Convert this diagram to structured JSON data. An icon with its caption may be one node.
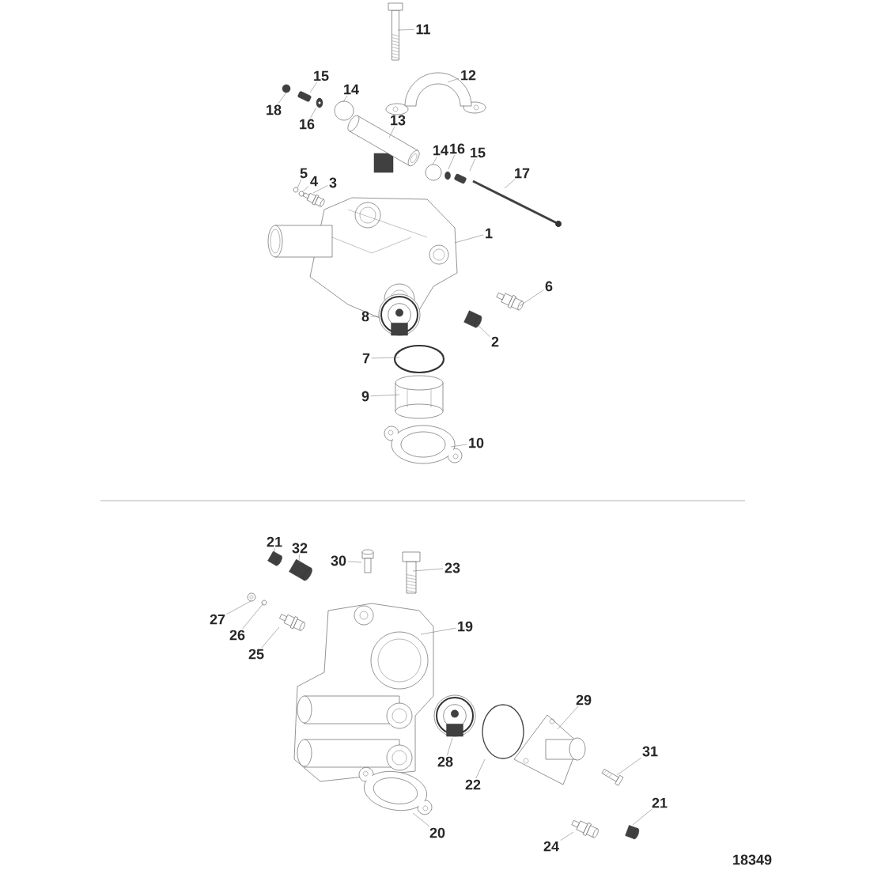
{
  "diagram": {
    "nodes": [
      {
        "text": [
          "11"
        ]
      },
      {
        "text": [
          "12"
        ]
      },
      {
        "text": [
          "15"
        ]
      },
      {
        "text": [
          "18"
        ]
      },
      {
        "text": [
          "14"
        ]
      },
      {
        "text": [
          "16"
        ]
      },
      {
        "text": [
          "13"
        ]
      },
      {
        "text": [
          "14"
        ]
      },
      {
        "text": [
          "16"
        ]
      },
      {
        "text": [
          "15"
        ]
      },
      {
        "text": [
          "17"
        ]
      },
      {
        "text": [
          "5"
        ]
      },
      {
        "text": [
          "4"
        ]
      },
      {
        "text": [
          "3"
        ]
      },
      {
        "text": [
          "1"
        ]
      },
      {
        "text": [
          "6"
        ]
      },
      {
        "text": [
          "8"
        ]
      },
      {
        "text": [
          "2"
        ]
      },
      {
        "text": [
          "7"
        ]
      },
      {
        "text": [
          "9"
        ]
      },
      {
        "text": [
          "10"
        ]
      },
      {
        "text": [
          "21"
        ]
      },
      {
        "text": [
          "32"
        ]
      },
      {
        "text": [
          "30"
        ]
      },
      {
        "text": [
          "23"
        ]
      },
      {
        "text": [
          "27"
        ]
      },
      {
        "text": [
          "26"
        ]
      },
      {
        "text": [
          "25"
        ]
      },
      {
        "text": [
          "19"
        ]
      },
      {
        "text": [
          "29"
        ]
      },
      {
        "text": [
          "31"
        ]
      },
      {
        "text": [
          "28"
        ]
      },
      {
        "text": [
          "22"
        ]
      },
      {
        "text": [
          "21"
        ]
      },
      {
        "text": [
          "20"
        ]
      },
      {
        "text": [
          "24"
        ]
      },
      {
        "text": [],
        "shape": "picture"
      },
      {
        "text": [],
        "shape": "picture"
      },
      {
        "text": [],
        "shape": "picture"
      },
      {
        "text": [],
        "shape": "circle"
      },
      {
        "text": [],
        "shape": "circle"
      },
      {
        "text": [],
        "shape": "picture"
      },
      {
        "text": [],
        "shape": "picture"
      },
      {
        "text": [],
        "shape": "circle"
      },
      {
        "text": [],
        "shape": "circle"
      },
      {
        "text": [],
        "shape": "picture"
      },
      {
        "text": [],
        "shape": "picture"
      },
      {
        "text": [],
        "shape": "circle"
      },
      {
        "text": [],
        "shape": "circle"
      },
      {
        "text": [],
        "shape": "picture"
      },
      {
        "text": [],
        "shape": "picture"
      },
      {
        "text": [],
        "shape": "picture"
      },
      {
        "text": [],
        "shape": "picture"
      },
      {
        "text": [],
        "shape": "picture"
      },
      {
        "text": [],
        "shape": "circle"
      },
      {
        "text": [],
        "shape": "picture"
      },
      {
        "text": [],
        "shape": "picture"
      },
      {
        "text": [],
        "shape": "picture"
      },
      {
        "text": [],
        "shape": "picture"
      },
      {
        "text": [],
        "shape": "picture"
      },
      {
        "text": [],
        "shape": "picture"
      },
      {
        "text": [],
        "shape": "picture"
      },
      {
        "text": [],
        "shape": "circle"
      },
      {
        "text": [],
        "shape": "picture"
      },
      {
        "text": [],
        "shape": "picture"
      },
      {
        "text": [],
        "shape": "picture"
      },
      {
        "text": [],
        "shape": "picture"
      },
      {
        "text": [],
        "shape": "picture"
      },
      {
        "text": [],
        "shape": "circle"
      },
      {
        "text": [],
        "shape": "picture"
      },
      {
        "text": [],
        "shape": "picture"
      },
      {
        "text": [],
        "shape": "picture"
      }
    ],
    "edges": [
      {
        "from": 0,
        "to": 36,
        "arrow": "none"
      },
      {
        "from": 1,
        "to": 37,
        "arrow": "none"
      },
      {
        "from": 2,
        "to": 38,
        "arrow": "none"
      },
      {
        "from": 3,
        "to": 39,
        "arrow": "none"
      },
      {
        "from": 4,
        "to": 40,
        "arrow": "none"
      },
      {
        "from": 5,
        "to": 41,
        "arrow": "none"
      },
      {
        "from": 6,
        "to": 42,
        "arrow": "none"
      },
      {
        "from": 7,
        "to": 43,
        "arrow": "none"
      },
      {
        "from": 8,
        "to": 44,
        "arrow": "none"
      },
      {
        "from": 9,
        "to": 45,
        "arrow": "none"
      },
      {
        "from": 10,
        "to": 46,
        "arrow": "none"
      },
      {
        "from": 11,
        "to": 47,
        "arrow": "none"
      },
      {
        "from": 12,
        "to": 48,
        "arrow": "none"
      },
      {
        "from": 13,
        "to": 49,
        "arrow": "none"
      },
      {
        "from": 14,
        "to": 50,
        "arrow": "none"
      },
      {
        "from": 15,
        "to": 51,
        "arrow": "none"
      },
      {
        "from": 16,
        "to": 52,
        "arrow": "none"
      },
      {
        "from": 17,
        "to": 53,
        "arrow": "none"
      },
      {
        "from": 18,
        "to": 54,
        "arrow": "none"
      },
      {
        "from": 19,
        "to": 55,
        "arrow": "none"
      },
      {
        "from": 20,
        "to": 56,
        "arrow": "none"
      },
      {
        "from": 21,
        "to": 57,
        "arrow": "none"
      },
      {
        "from": 22,
        "to": 58,
        "arrow": "none"
      },
      {
        "from": 23,
        "to": 59,
        "arrow": "none"
      },
      {
        "from": 24,
        "to": 60,
        "arrow": "none"
      },
      {
        "from": 25,
        "to": 61,
        "arrow": "none"
      },
      {
        "from": 26,
        "to": 62,
        "arrow": "none"
      },
      {
        "from": 27,
        "to": 63,
        "arrow": "none"
      },
      {
        "from": 28,
        "to": 64,
        "arrow": "none"
      },
      {
        "from": 29,
        "to": 65,
        "arrow": "none"
      },
      {
        "from": 30,
        "to": 66,
        "arrow": "none"
      },
      {
        "from": 31,
        "to": 67,
        "arrow": "none"
      },
      {
        "from": 32,
        "to": 68,
        "arrow": "none"
      },
      {
        "from": 33,
        "to": 69,
        "arrow": "none"
      },
      {
        "from": 34,
        "to": 70,
        "arrow": "none"
      },
      {
        "from": 35,
        "to": 71,
        "arrow": "none"
      }
    ],
    "labels": [
      "18349"
    ]
  }
}
